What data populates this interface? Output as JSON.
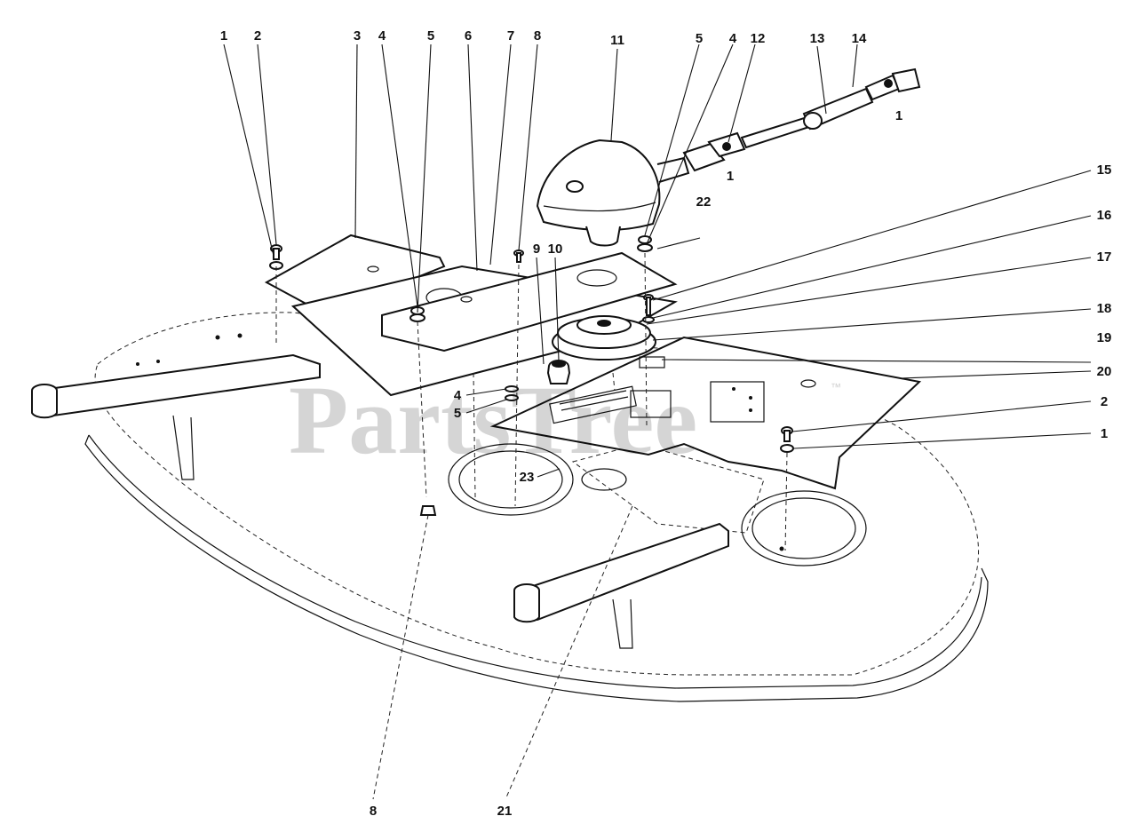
{
  "watermark": {
    "text": "PartsTree",
    "mark": "™"
  },
  "callouts": [
    {
      "id": "c1a",
      "label": "1"
    },
    {
      "id": "c2a",
      "label": "2"
    },
    {
      "id": "c3",
      "label": "3"
    },
    {
      "id": "c4a",
      "label": "4"
    },
    {
      "id": "c5a",
      "label": "5"
    },
    {
      "id": "c6",
      "label": "6"
    },
    {
      "id": "c7",
      "label": "7"
    },
    {
      "id": "c8a",
      "label": "8"
    },
    {
      "id": "c11",
      "label": "11"
    },
    {
      "id": "c5b",
      "label": "5"
    },
    {
      "id": "c4b",
      "label": "4"
    },
    {
      "id": "c12",
      "label": "12"
    },
    {
      "id": "c13",
      "label": "13"
    },
    {
      "id": "c14",
      "label": "14"
    },
    {
      "id": "c1b",
      "label": "1"
    },
    {
      "id": "c1c",
      "label": "1"
    },
    {
      "id": "c22",
      "label": "22"
    },
    {
      "id": "c9",
      "label": "9"
    },
    {
      "id": "c10",
      "label": "10"
    },
    {
      "id": "c15",
      "label": "15"
    },
    {
      "id": "c16",
      "label": "16"
    },
    {
      "id": "c17",
      "label": "17"
    },
    {
      "id": "c18",
      "label": "18"
    },
    {
      "id": "c19",
      "label": "19"
    },
    {
      "id": "c20",
      "label": "20"
    },
    {
      "id": "c2b",
      "label": "2"
    },
    {
      "id": "c1d",
      "label": "1"
    },
    {
      "id": "c4c",
      "label": "4"
    },
    {
      "id": "c5c",
      "label": "5"
    },
    {
      "id": "c23",
      "label": "23"
    },
    {
      "id": "c8b",
      "label": "8"
    },
    {
      "id": "c21",
      "label": "21"
    }
  ]
}
